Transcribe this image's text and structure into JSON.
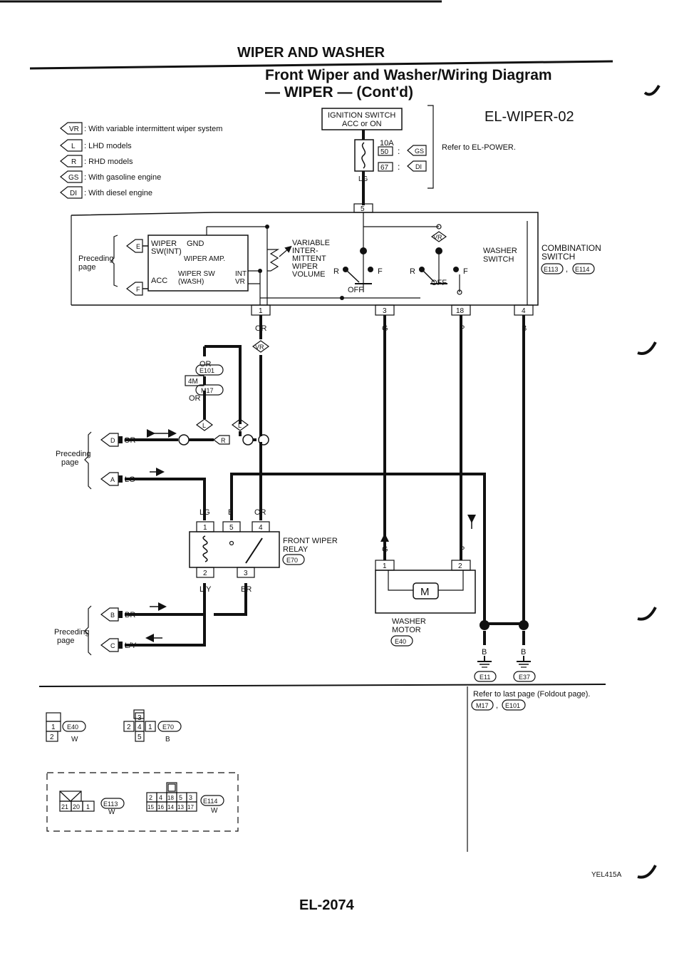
{
  "header": {
    "section": "WIPER AND WASHER",
    "title_line1": "Front Wiper and Washer/Wiring Diagram",
    "title_line2": "— WIPER — (Cont'd)",
    "diagram_code": "EL-WIPER-02"
  },
  "legend": [
    {
      "code": "VR",
      "text": ": With variable intermittent wiper system"
    },
    {
      "code": "L",
      "text": ": LHD models"
    },
    {
      "code": "R",
      "text": ": RHD models"
    },
    {
      "code": "GS",
      "text": ": With gasoline engine"
    },
    {
      "code": "DI",
      "text": ": With diesel engine"
    }
  ],
  "ignition": {
    "label1": "IGNITION SWITCH",
    "label2": "ACC or ON",
    "fuse": "10A",
    "fuse_gs": "50",
    "fuse_di": "67",
    "colon": ":",
    "tag_gs": "GS",
    "tag_di": "DI",
    "wire": "LG",
    "refer": "Refer to EL-POWER.",
    "connector": "5"
  },
  "combination_switch": {
    "preceding": "Preceding",
    "page": "page",
    "arrow_e": "E",
    "arrow_f": "F",
    "wiper_sw": "WIPER",
    "gnd": "GND",
    "sw_int": "SW(INT)",
    "wiper_amp": "WIPER AMP.",
    "acc": "ACC",
    "wiper_sw2": "WIPER SW",
    "wash": "(WASH)",
    "int": "INT",
    "vr": "VR",
    "variable1": "VARIABLE",
    "variable2": "INTER-",
    "variable3": "MITTENT",
    "variable4": "WIPER",
    "variable5": "VOLUME",
    "r": "R",
    "f": "F",
    "off": "OFF",
    "vr_tag": "VR",
    "washer1": "WASHER",
    "washer2": "SWITCH",
    "combo1": "COMBINATION",
    "combo2": "SWITCH",
    "c1": "E113",
    "c2": "E114",
    "comma": ","
  },
  "terminals": {
    "t1": "1",
    "t1_wire": "OR",
    "t3": "3",
    "t3_wire": "G",
    "t18": "18",
    "t18_wire": "P",
    "t4": "4",
    "t4_wire": "B"
  },
  "middle": {
    "or_top": "OR",
    "e101": "E101",
    "m17": "M17",
    "conn_4m": "4M",
    "or_bot": "OR",
    "vr": "VR",
    "l1": "L",
    "l2": "L",
    "r": "R",
    "preceding": "Preceding",
    "page": "page",
    "d": "D",
    "d_wire": "OR",
    "a": "A",
    "a_wire": "LG"
  },
  "relay": {
    "w1": "LG",
    "w2": "B",
    "w3": "OR",
    "p1": "1",
    "p5": "5",
    "p4": "4",
    "p2": "2",
    "p3": "3",
    "name1": "FRONT WIPER",
    "name2": "RELAY",
    "conn": "E70",
    "b1": "L/Y",
    "b2": "BR"
  },
  "lower_left": {
    "preceding": "Preceding",
    "page": "page",
    "b": "B",
    "b_wire": "BR",
    "c": "C",
    "c_wire": "L/Y"
  },
  "washer_motor": {
    "g": "G",
    "p": "P",
    "p1": "1",
    "p2": "2",
    "m": "M",
    "name1": "WASHER",
    "name2": "MOTOR",
    "conn": "E40",
    "b1": "B",
    "b2": "B",
    "g1": "E11",
    "g2": "E37"
  },
  "connectors": {
    "e40": "E40",
    "e40_color": "W",
    "e40_p1": "1",
    "e40_p2": "2",
    "e70": "E70",
    "e70_color": "B",
    "e70_pins": [
      "3",
      "2",
      "4",
      "1",
      "5"
    ],
    "e113": "E113",
    "e113_color": "W",
    "e113_pins": [
      "21",
      "20",
      "1"
    ],
    "e114": "E114",
    "e114_color": "W",
    "e114_top": [
      "2",
      "4",
      "18",
      "5",
      "3"
    ],
    "e114_bot": [
      "15",
      "16",
      "14",
      "13",
      "17"
    ],
    "refer": "Refer to last page (Foldout page).",
    "ref_m17": "M17",
    "ref_comma": ",",
    "ref_e101": "E101"
  },
  "footer": {
    "page": "EL-2074",
    "code": "YEL415A"
  }
}
